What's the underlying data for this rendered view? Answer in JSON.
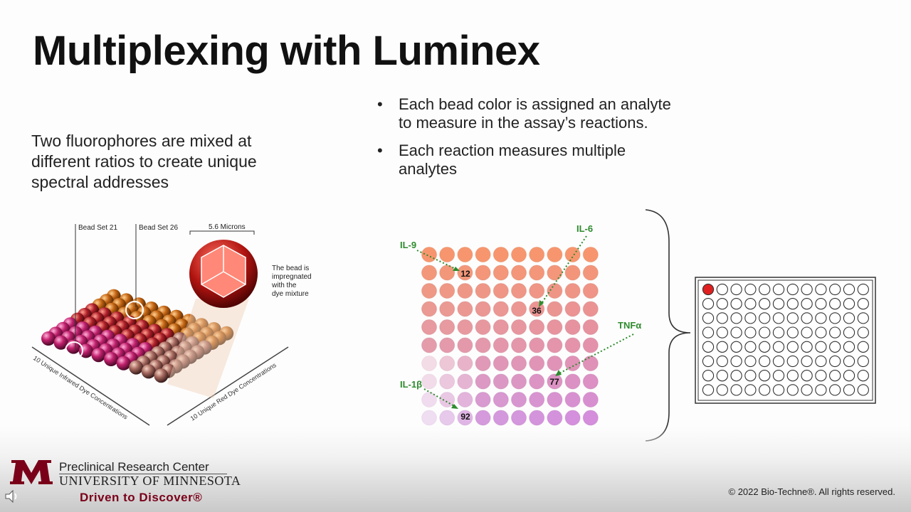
{
  "slide": {
    "title": "Multiplexing with Luminex",
    "intro": "Two fluorophores are mixed at different ratios to create unique spectral addresses",
    "bullets": [
      {
        "symbol": "•",
        "text": "Each bead color is assigned an analyte to measure in the assay’s reactions."
      },
      {
        "symbol": "•",
        "text": "Each reaction measures multiple analytes"
      }
    ]
  },
  "bead_figure": {
    "label_set21": "Bead Set 21",
    "label_set26": "Bead Set 26",
    "label_microns": "5.6 Microns",
    "impregnated_note": [
      "The bead is",
      "impregnated",
      "with the",
      "dye mixture"
    ],
    "axis_left": "10 Unique Infrared Dye Concentrations",
    "axis_right": "10 Unique Red Dye Concentrations"
  },
  "analyte_grid": {
    "rows": 10,
    "cols": 10,
    "labels": {
      "il9": "IL-9",
      "il6": "IL-6",
      "tnfa": "TNFα",
      "il1b": "IL-1β"
    },
    "numbers": {
      "n12": "12",
      "n36": "36",
      "n77": "77",
      "n92": "92"
    },
    "label_color": "#2e8b2e"
  },
  "plate": {
    "rows": 8,
    "cols": 12,
    "highlight_color": "#e02020"
  },
  "footer": {
    "org_line1": "Preclinical Research Center",
    "org_line2": "UNIVERSITY OF MINNESOTA",
    "tagline": "Driven to Discover®",
    "copyright": "© 2022 Bio-Techne®. All rights reserved.",
    "brand_color": "#7a0019"
  },
  "icons": {
    "volume": "speaker-icon",
    "logo": "university-m-logo-icon"
  }
}
